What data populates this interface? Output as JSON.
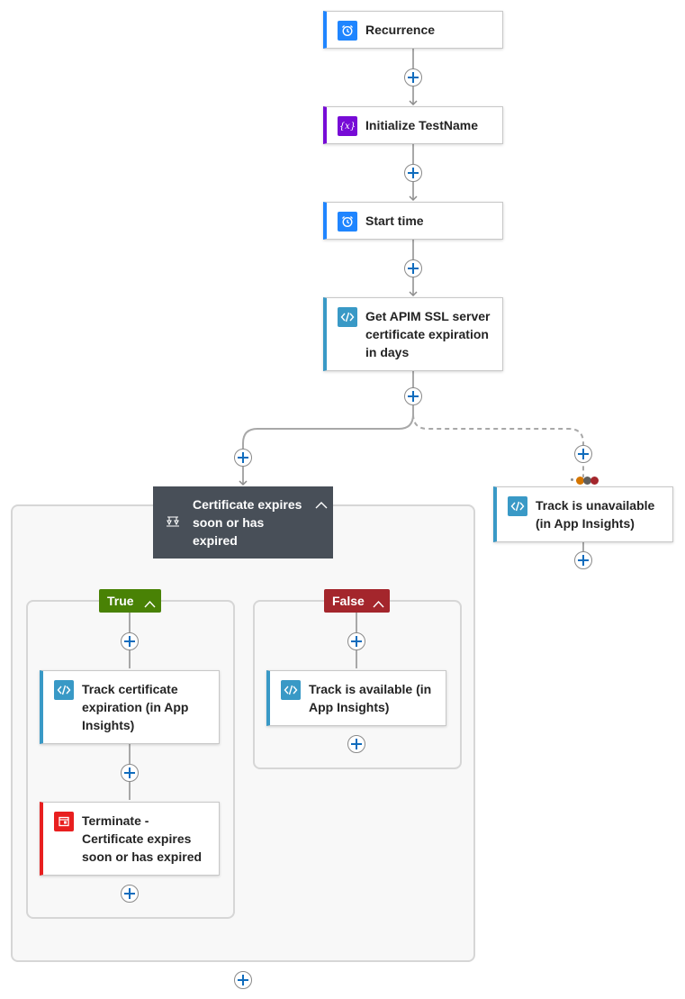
{
  "flow": {
    "recurrence": {
      "label": "Recurrence",
      "icon": "alarm-clock-icon",
      "color": "#1f85ff"
    },
    "init_var": {
      "label": "Initialize TestName",
      "icon": "variable-icon",
      "color": "#770bd6"
    },
    "start_time": {
      "label": "Start time",
      "icon": "alarm-clock-icon",
      "color": "#1f85ff"
    },
    "get_apim": {
      "label": "Get APIM SSL server certificate expiration in days",
      "icon": "code-icon",
      "color": "#3999c6"
    },
    "condition": {
      "label": "Certificate expires soon or has expired",
      "icon": "condition-icon",
      "color": "#484f58"
    },
    "true_branch": {
      "label": "True",
      "color": "#498205",
      "actions": [
        {
          "label": "Track certificate expiration (in App Insights)",
          "icon": "code-icon",
          "color": "#3999c6"
        },
        {
          "label": "Terminate - Certificate expires soon or has expired",
          "icon": "terminate-icon",
          "color": "#e81f1f"
        }
      ]
    },
    "false_branch": {
      "label": "False",
      "color": "#a4262c",
      "actions": [
        {
          "label": "Track is available (in App Insights)",
          "icon": "code-icon",
          "color": "#3999c6"
        }
      ]
    },
    "parallel": {
      "label": "Track is unavailable (in App Insights)",
      "icon": "code-icon",
      "color": "#3999c6"
    },
    "run_after_status_colors": [
      "#d47500",
      "#605e5c",
      "#a4262c"
    ]
  }
}
